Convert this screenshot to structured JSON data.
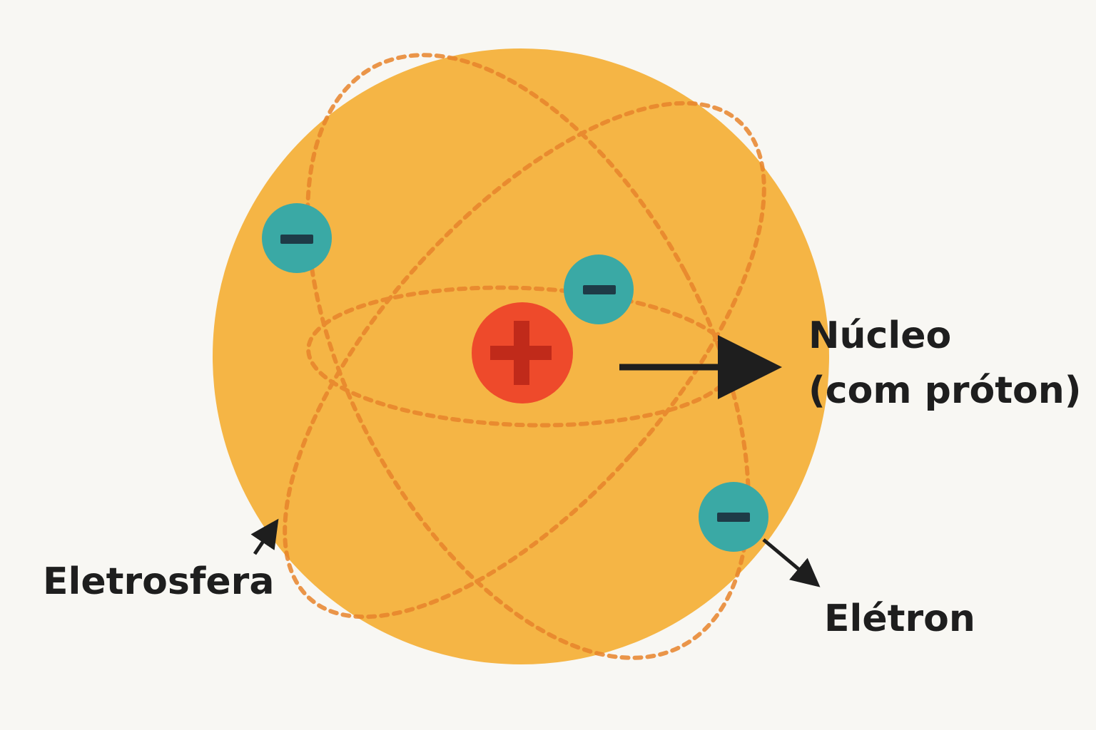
{
  "labels": {
    "nucleus_line1": "Núcleo",
    "nucleus_line2": "(com próton)",
    "electrosphere": "Eletrosfera",
    "electron": "Elétron"
  },
  "symbols": {
    "proton_sign": "+",
    "electron_sign": "−"
  },
  "colors": {
    "background": "#f8f7f3",
    "electrosphere_fill": "#f5b545",
    "orbit_stroke": "#e8842c",
    "nucleus_fill": "#ee4a2b",
    "nucleus_sign": "#c02a1a",
    "electron_fill": "#3aa9a5",
    "electron_sign": "#1e3b47",
    "arrow": "#1e1e1e"
  },
  "electron_count": 3
}
